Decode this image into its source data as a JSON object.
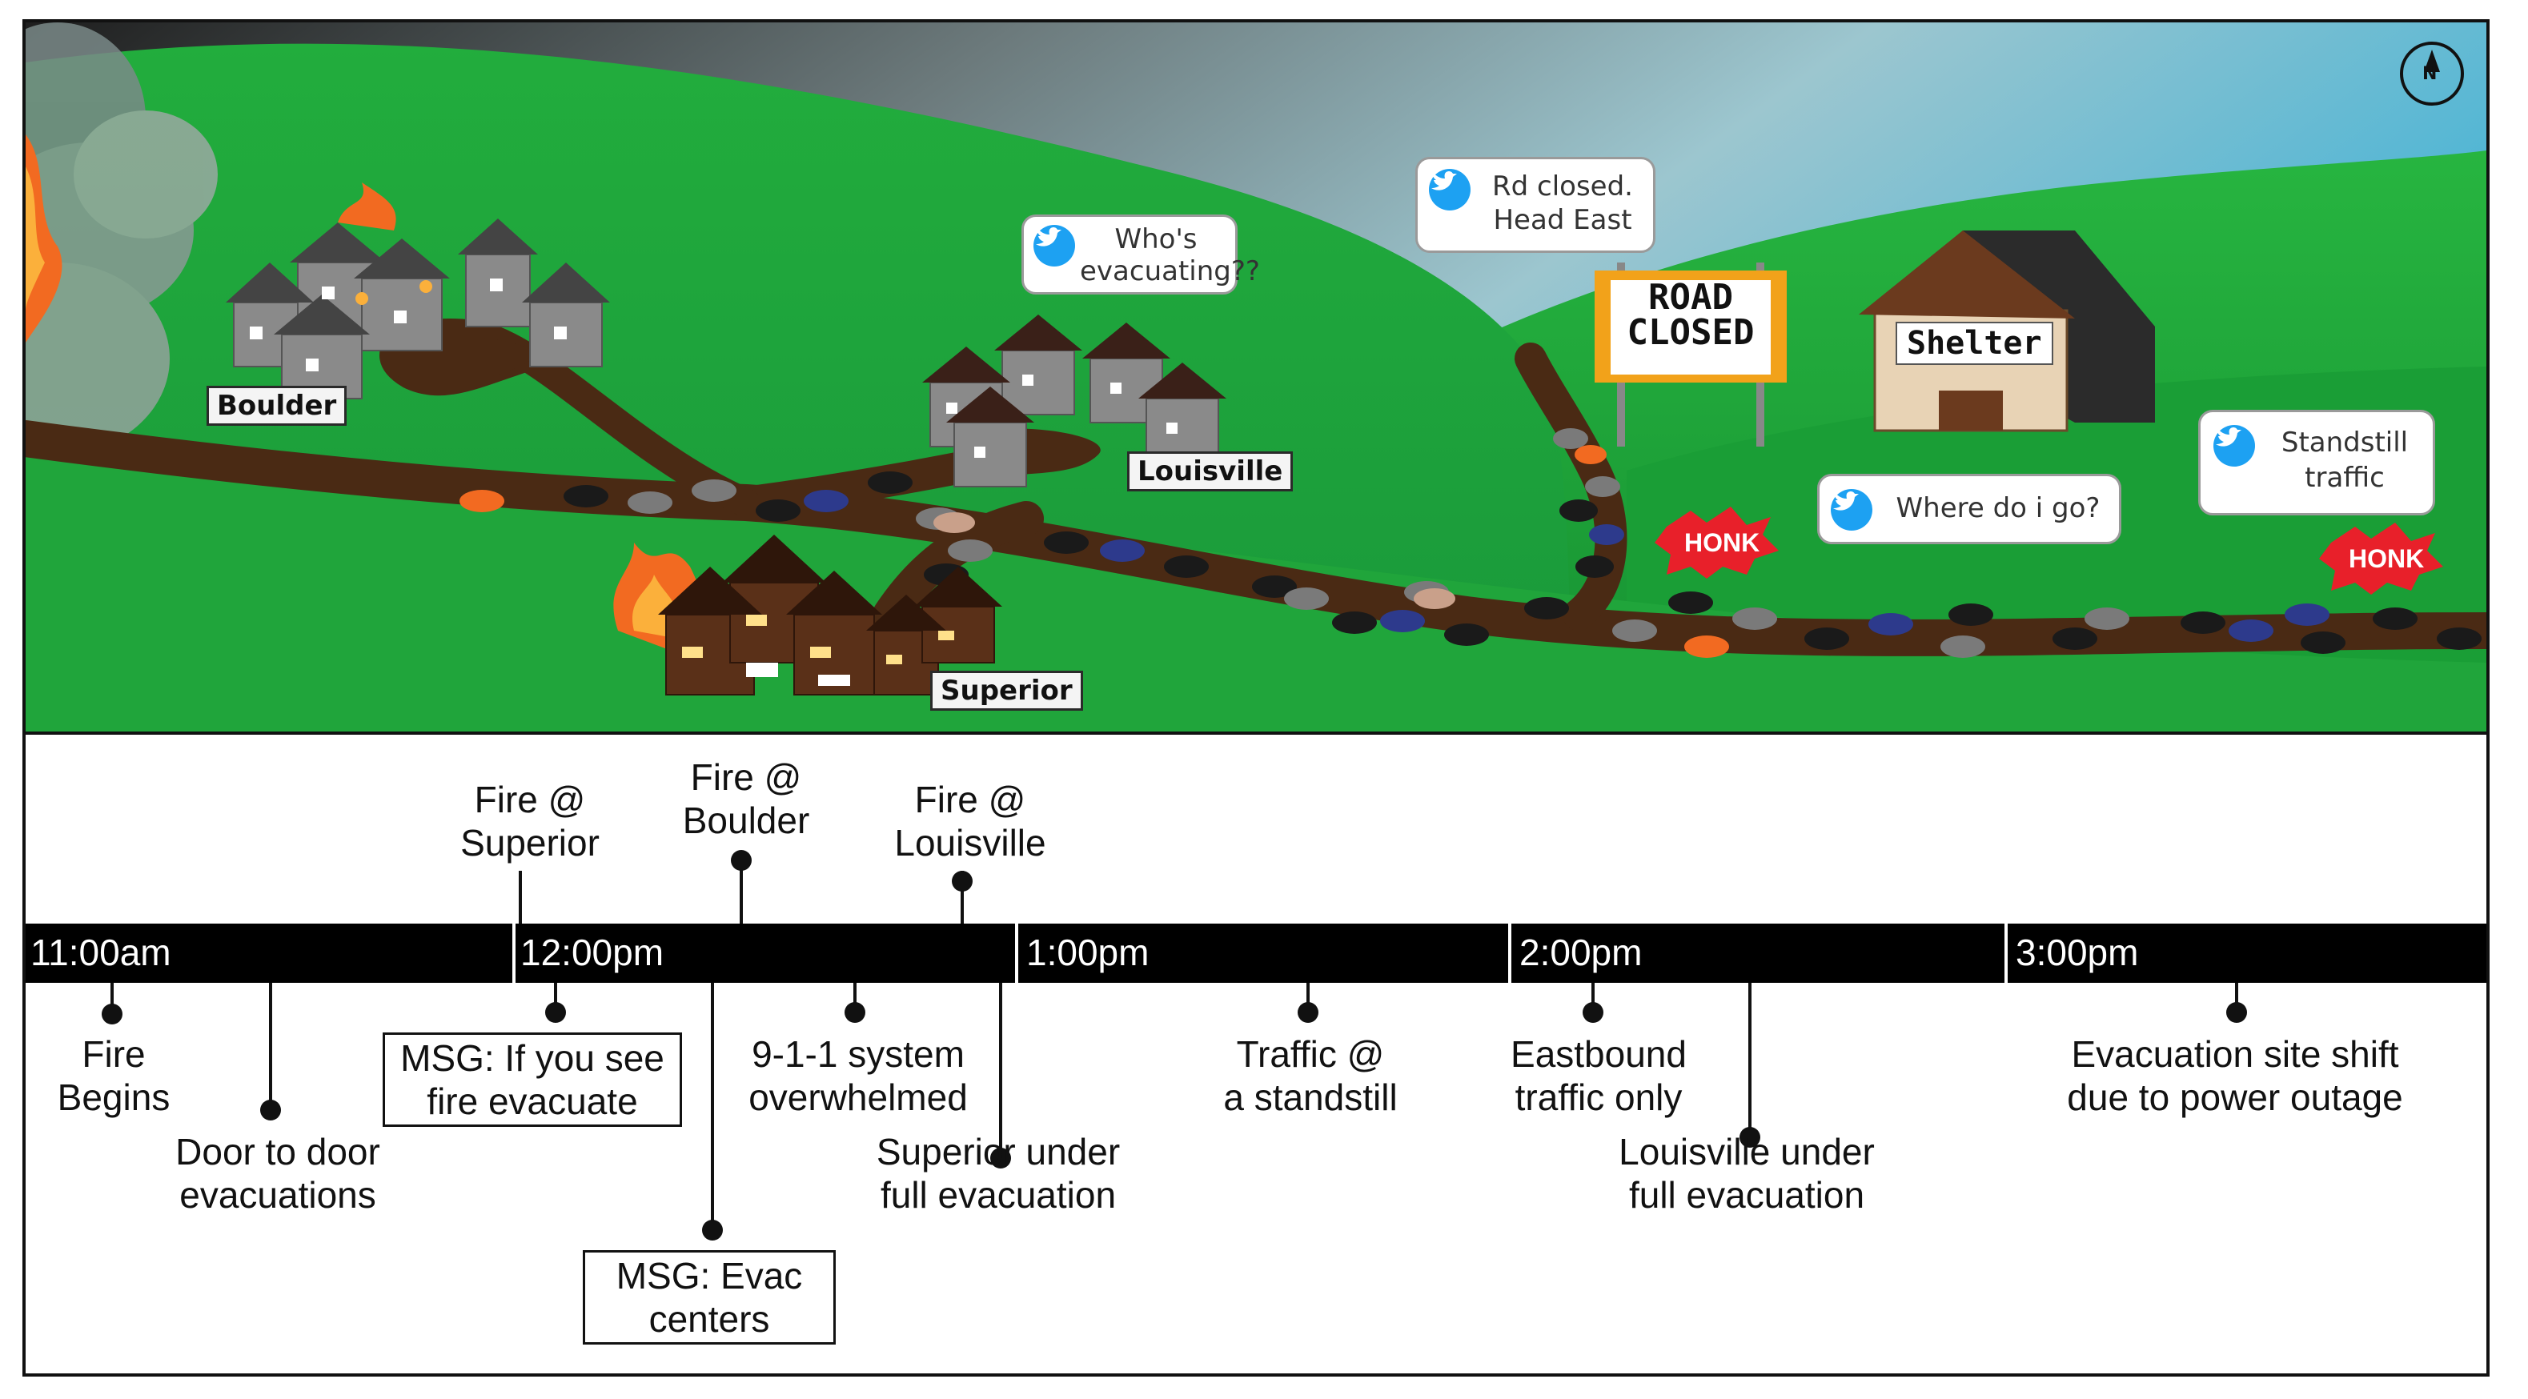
{
  "scene": {
    "towns": {
      "boulder": "Boulder",
      "louisville": "Louisville",
      "superior": "Superior"
    },
    "tweets": {
      "whos_evacuating": [
        "Who's",
        "evacuating??"
      ],
      "road_closed": [
        "Rd closed.",
        "Head East"
      ],
      "where_do_i_go": [
        "Where do i go?"
      ],
      "standstill": [
        "Standstill",
        "traffic"
      ]
    },
    "road_sign": [
      "ROAD",
      "CLOSED"
    ],
    "shelter_label": "Shelter",
    "honk_label": "HONK",
    "compass_label": "N",
    "colors": {
      "grass": "#1fa83a",
      "grass_dark": "#178a2d",
      "road": "#4a2a14",
      "sky": "#8fc8d8",
      "smoke": "#3c3c3c",
      "twitter": "#1da1f2"
    }
  },
  "timeline": {
    "ticks": [
      "11:00am",
      "12:00pm",
      "1:00pm",
      "2:00pm",
      "3:00pm"
    ],
    "above": {
      "fire_superior": [
        "Fire @",
        "Superior"
      ],
      "fire_boulder": [
        "Fire @",
        "Boulder"
      ],
      "fire_louisville": [
        "Fire @",
        "Louisville"
      ]
    },
    "below": {
      "fire_begins": [
        "Fire",
        "Begins"
      ],
      "door_to_door": [
        "Door to door",
        "evacuations"
      ],
      "msg_if_you_see": [
        "MSG: If you see",
        "fire evacuate"
      ],
      "msg_evac_centers": [
        "MSG: Evac",
        "centers"
      ],
      "system_overwhelmed": [
        "9-1-1 system",
        "overwhelmed"
      ],
      "superior_full": [
        "Superior under",
        "full evacuation"
      ],
      "traffic_standstill": [
        "Traffic @",
        "a standstill"
      ],
      "eastbound": [
        "Eastbound",
        "traffic only"
      ],
      "louisville_full": [
        "Louisville under",
        "full evacuation"
      ],
      "site_shift": [
        "Evacuation site shift",
        "due to power outage"
      ]
    }
  }
}
